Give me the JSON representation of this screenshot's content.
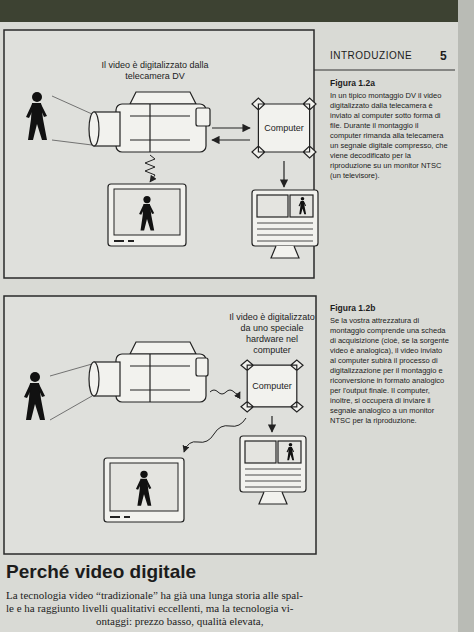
{
  "diagram": {
    "nodes": [
      {
        "text": [
          "Il video è digitalizzato dalla telecamera DV"
        ]
      },
      {
        "text": [
          "Computer"
        ]
      },
      {
        "text": [
          "Il video è digitalizzato da uno speciale hardware nel computer",
          "Computer"
        ]
      }
    ],
    "edges": [
      {
        "from": 0,
        "to": 1,
        "arrow": "to"
      },
      {
        "from": 1,
        "to": 0,
        "arrow": "to"
      }
    ],
    "labels": [
      "INTRODUZIONE",
      "5",
      "Figura 1.2a",
      "In un tipico montaggio DV il video digitalizzato dalla telecamera è inviato al computer sotto forma di file. Durante il montaggio il computer rimanda alla telecamera un segnale digitale compresso, che viene decodificato per la riproduzione su un monitor NTSC (un televisore).",
      "Figura 1.2b",
      "Se la vostra attrezzatura di montaggio comprende una scheda di acquisizione (cioè, se la sorgente video è analogica), il video inviato al computer subirà il processo di digitalizzazione per il montaggio e riconversione in formato analogico per l'output finale. Il computer, inoltre, si occuperà di inviare il segnale analogico a un monitor NTSC per la riproduzione.",
      "Perché video digitale",
      "La tecnologia video “tradizionale” ha già una lunga storia alle spal-",
      "le e ha raggiunto livelli qualitativi eccellenti, ma la tecnologia vi-",
      "ontaggi: prezzo basso, qualità elevata,"
    ]
  }
}
